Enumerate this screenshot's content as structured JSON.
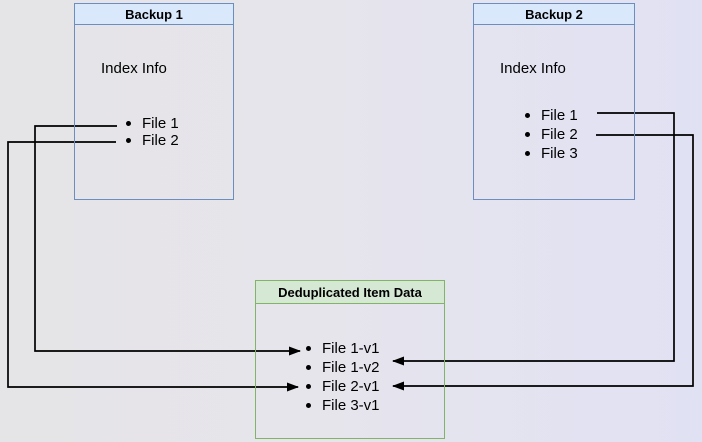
{
  "diagram": {
    "backup1": {
      "title": "Backup 1",
      "subtitle": "Index Info",
      "items": [
        "File 1",
        "File 2"
      ]
    },
    "backup2": {
      "title": "Backup 2",
      "subtitle": "Index Info",
      "items": [
        "File 1",
        "File 2",
        "File 3"
      ]
    },
    "dedup": {
      "title": "Deduplicated Item Data",
      "items": [
        "File 1-v1",
        "File 1-v2",
        "File 2-v1",
        "File 3-v1"
      ]
    },
    "connections": [
      {
        "from": "Backup 1 / File 1",
        "to": "File 1-v1"
      },
      {
        "from": "Backup 1 / File 2",
        "to": "File 2-v1"
      },
      {
        "from": "Backup 2 / File 1",
        "to": "File 1-v2"
      },
      {
        "from": "Backup 2 / File 2",
        "to": "File 2-v1"
      }
    ],
    "colors": {
      "blue_fill": "#dae8fc",
      "blue_stroke": "#6c8ebf",
      "green_fill": "#d5e8d4",
      "green_stroke": "#82b366",
      "line": "#000000"
    }
  }
}
